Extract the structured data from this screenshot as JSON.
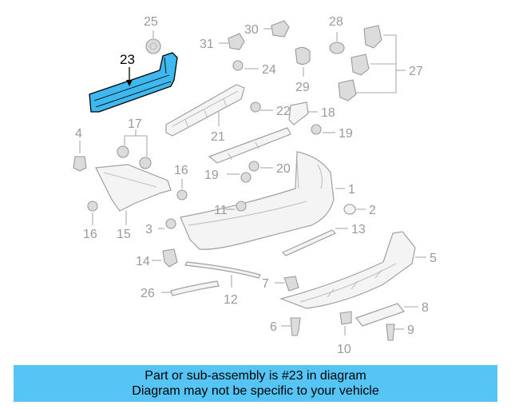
{
  "highlight_label": "23",
  "callouts": [
    "25",
    "30",
    "28",
    "31",
    "24",
    "27",
    "29",
    "18",
    "22",
    "21",
    "19",
    "4",
    "17",
    "20",
    "16",
    "1",
    "2",
    "11",
    "3",
    "13",
    "16",
    "15",
    "5",
    "14",
    "7",
    "26",
    "12",
    "8",
    "6",
    "9",
    "10"
  ],
  "banner": {
    "line1": "Part or sub-assembly is #23 in diagram",
    "line2": "Diagram may not be specific to your vehicle"
  },
  "colors": {
    "highlight": "#3fb8ef",
    "banner": "#56c4f5",
    "callout_text": "#9a9a9a"
  }
}
